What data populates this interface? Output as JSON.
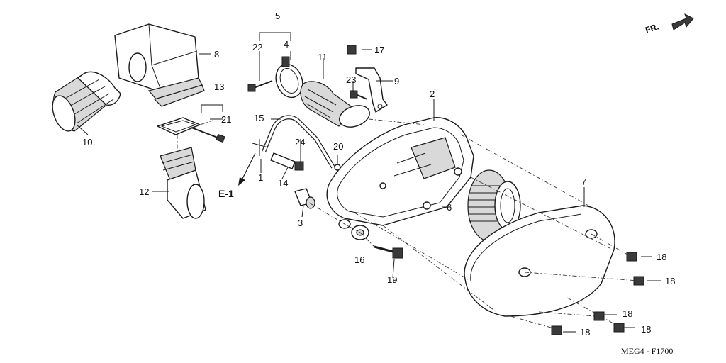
{
  "figure": {
    "code": "MEG4 - F1700",
    "front_marker": "FR.",
    "ref_marker": "E-1"
  },
  "callouts": [
    {
      "id": "c1",
      "text": "1"
    },
    {
      "id": "c2",
      "text": "2"
    },
    {
      "id": "c3",
      "text": "3"
    },
    {
      "id": "c4",
      "text": "4"
    },
    {
      "id": "c5",
      "text": "5"
    },
    {
      "id": "c6",
      "text": "6"
    },
    {
      "id": "c7",
      "text": "7"
    },
    {
      "id": "c8",
      "text": "8"
    },
    {
      "id": "c9",
      "text": "9"
    },
    {
      "id": "c10",
      "text": "10"
    },
    {
      "id": "c11",
      "text": "11"
    },
    {
      "id": "c12",
      "text": "12"
    },
    {
      "id": "c13",
      "text": "13"
    },
    {
      "id": "c14",
      "text": "14"
    },
    {
      "id": "c15",
      "text": "15"
    },
    {
      "id": "c16",
      "text": "16"
    },
    {
      "id": "c17",
      "text": "17"
    },
    {
      "id": "c18a",
      "text": "18"
    },
    {
      "id": "c18b",
      "text": "18"
    },
    {
      "id": "c18c",
      "text": "18"
    },
    {
      "id": "c18d",
      "text": "18"
    },
    {
      "id": "c18e",
      "text": "18"
    },
    {
      "id": "c19",
      "text": "19"
    },
    {
      "id": "c20",
      "text": "20"
    },
    {
      "id": "c21",
      "text": "21"
    },
    {
      "id": "c22",
      "text": "22"
    },
    {
      "id": "c23",
      "text": "23"
    },
    {
      "id": "c24",
      "text": "24"
    }
  ]
}
